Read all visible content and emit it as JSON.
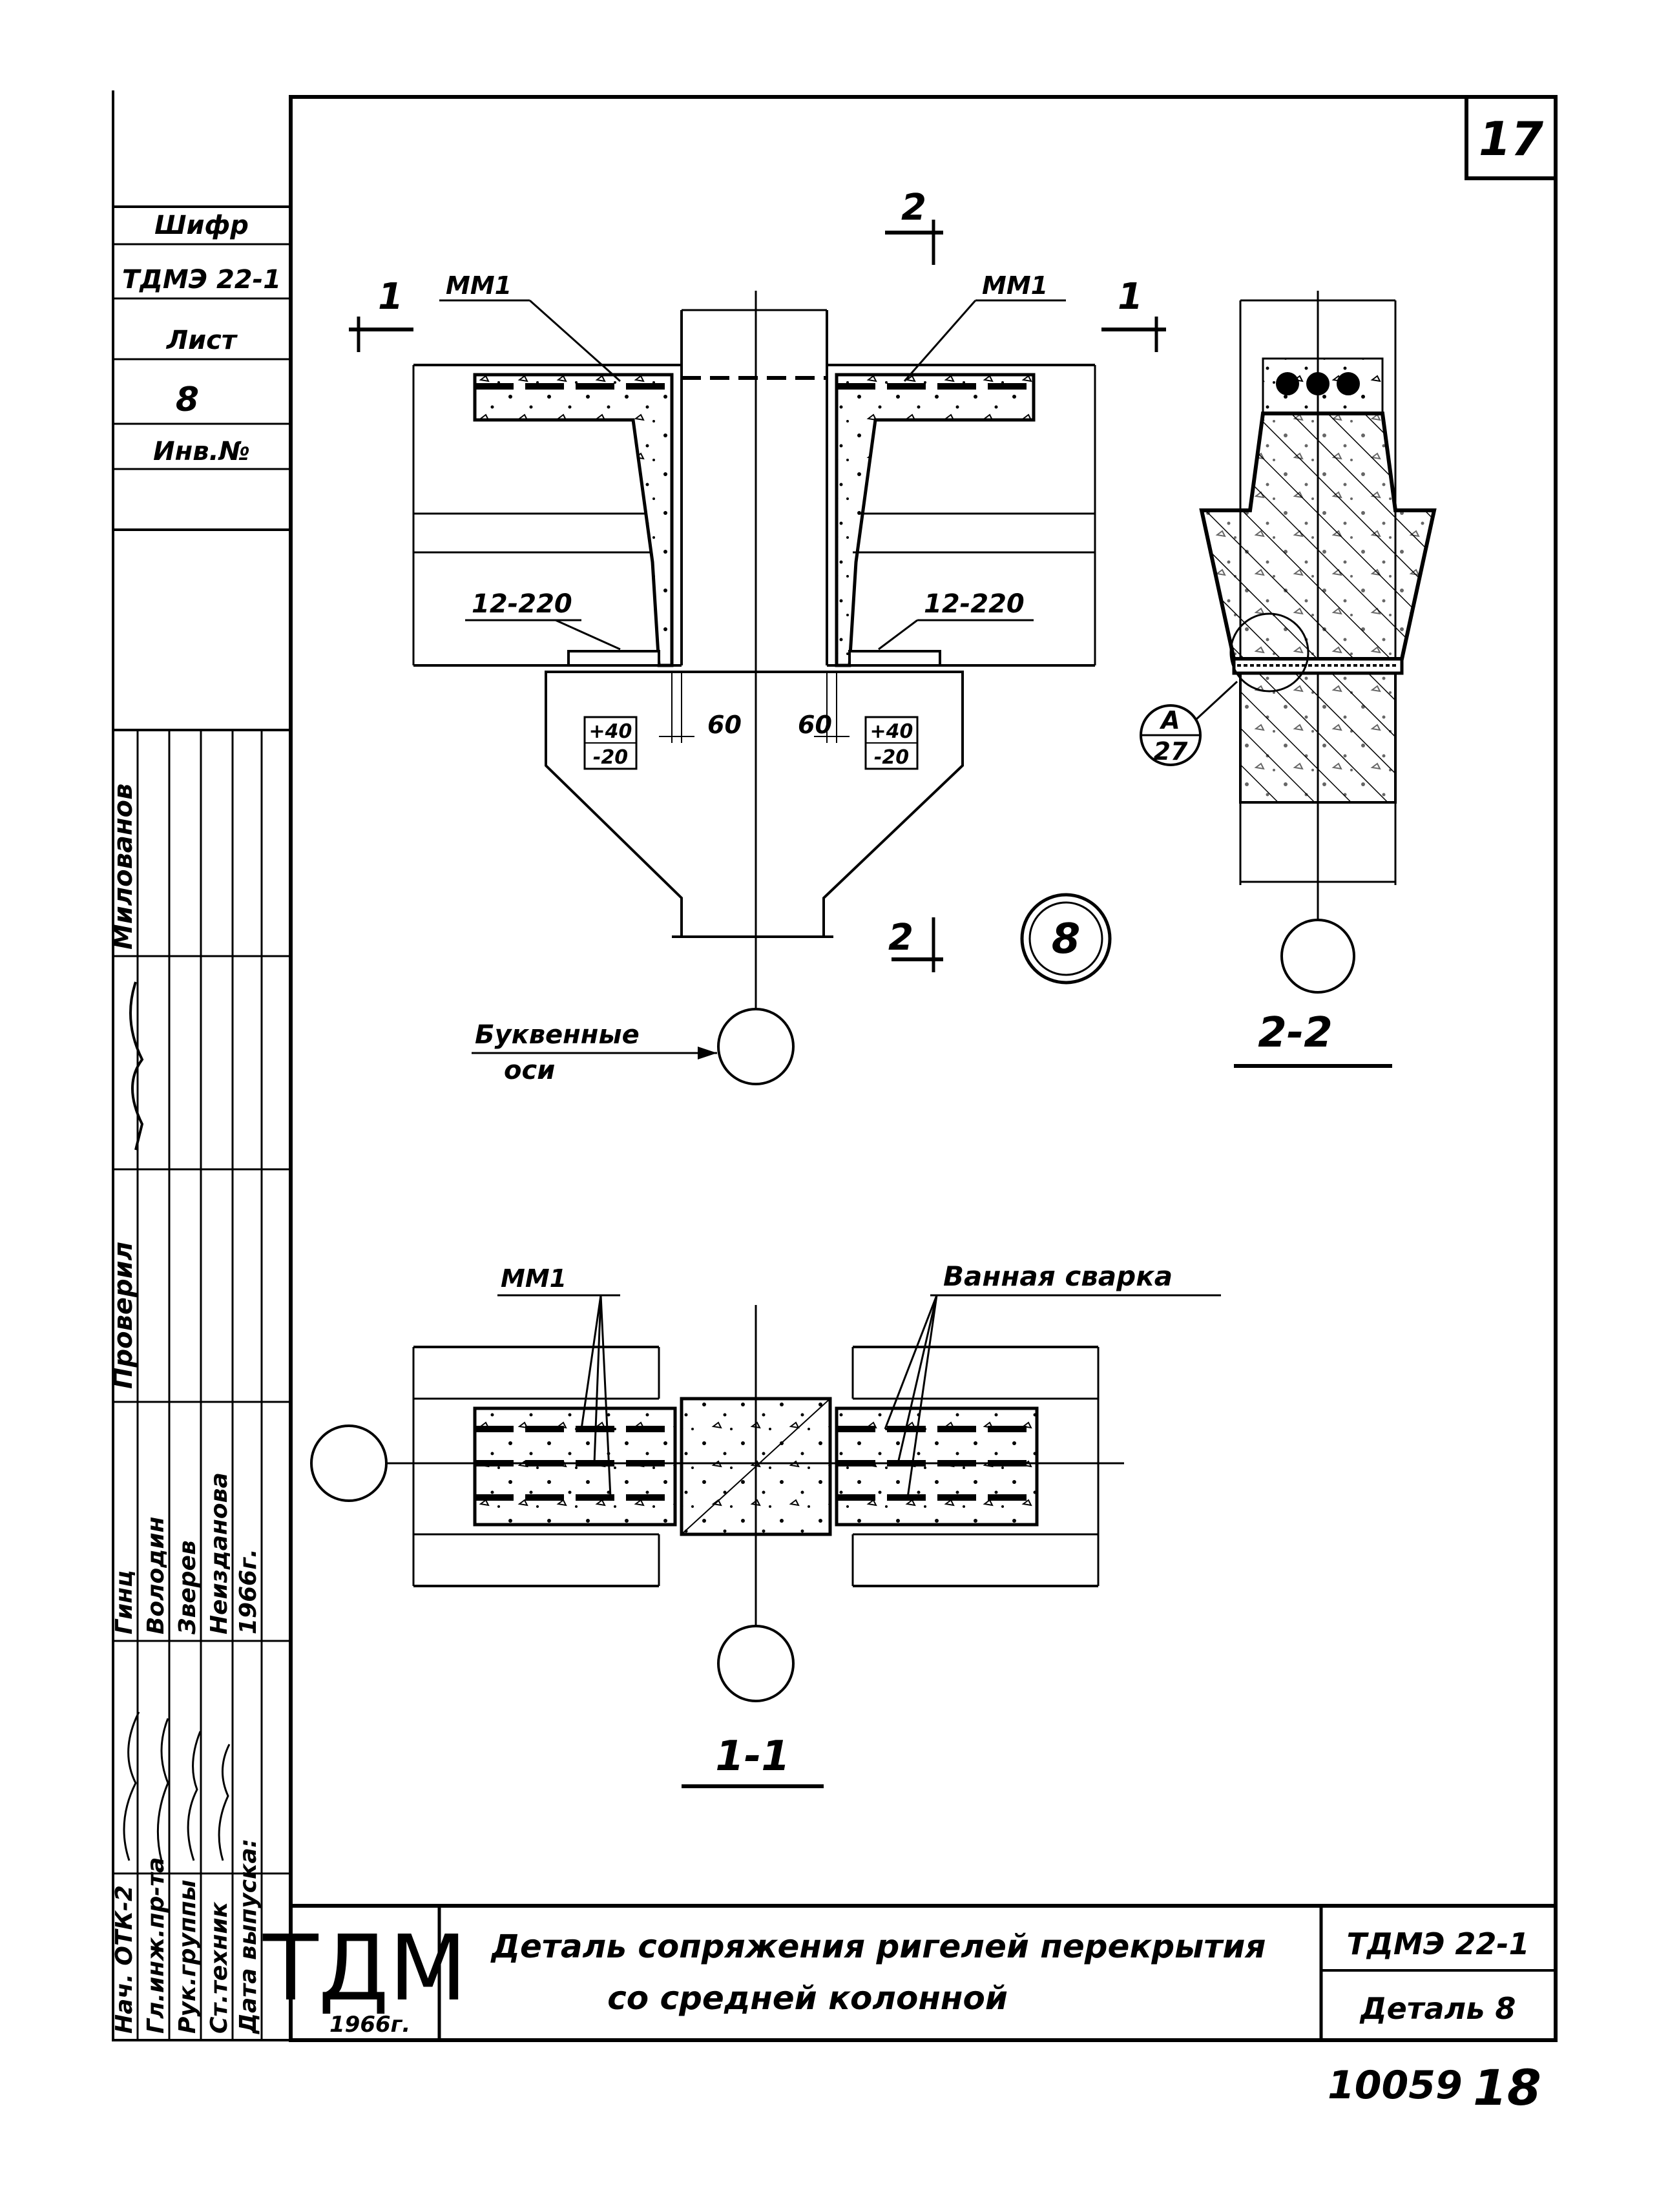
{
  "sheet": {
    "number": "17",
    "footer_number": "10059",
    "footer_sheet": "18"
  },
  "side_stamp": {
    "cipher_label": "Шифр",
    "cipher_value": "ТДМЭ 22-1",
    "sheet_label": "Лист",
    "sheet_value": "8",
    "inv_label": "Инв.№",
    "author": "Милованов",
    "checked": "Проверил",
    "roles": [
      "Нач. ОТК-2",
      "Гл.инж.пр-та",
      "Рук.группы",
      "Ст.техник",
      "Дата выпуска:"
    ],
    "names": [
      "Гинц",
      "Володин",
      "Зверев",
      "Неизданова"
    ],
    "year": "1966г."
  },
  "title_block": {
    "logo": "ТДМ",
    "year": "1966г.",
    "title_line1": "Деталь сопряжения ригелей перекрытия",
    "title_line2": "со средней колонной",
    "code": "ТДМЭ 22-1",
    "detail": "Деталь 8"
  },
  "drawing": {
    "detail_marker": "8",
    "label_mm1_left": "ММ1",
    "label_mm1_right": "ММ1",
    "label_12_220_left": "12-220",
    "label_12_220_right": "12-220",
    "dim_60_left": "60",
    "dim_60_right": "60",
    "tol_left_top": "+40",
    "tol_left_bottom": "-20",
    "tol_right_top": "+40",
    "tol_right_bottom": "-20",
    "cut_1_left": "1",
    "cut_1_right": "1",
    "cut_2_top": "2",
    "cut_2_bottom": "2",
    "axis_label_line1": "Буквенные",
    "axis_label_line2": "оси",
    "section_22": "2-2",
    "section_11": "1-1",
    "callout_top": "А",
    "callout_bottom": "27",
    "label_mm1_bottom": "ММ1",
    "label_weld": "Ванная сварка"
  }
}
